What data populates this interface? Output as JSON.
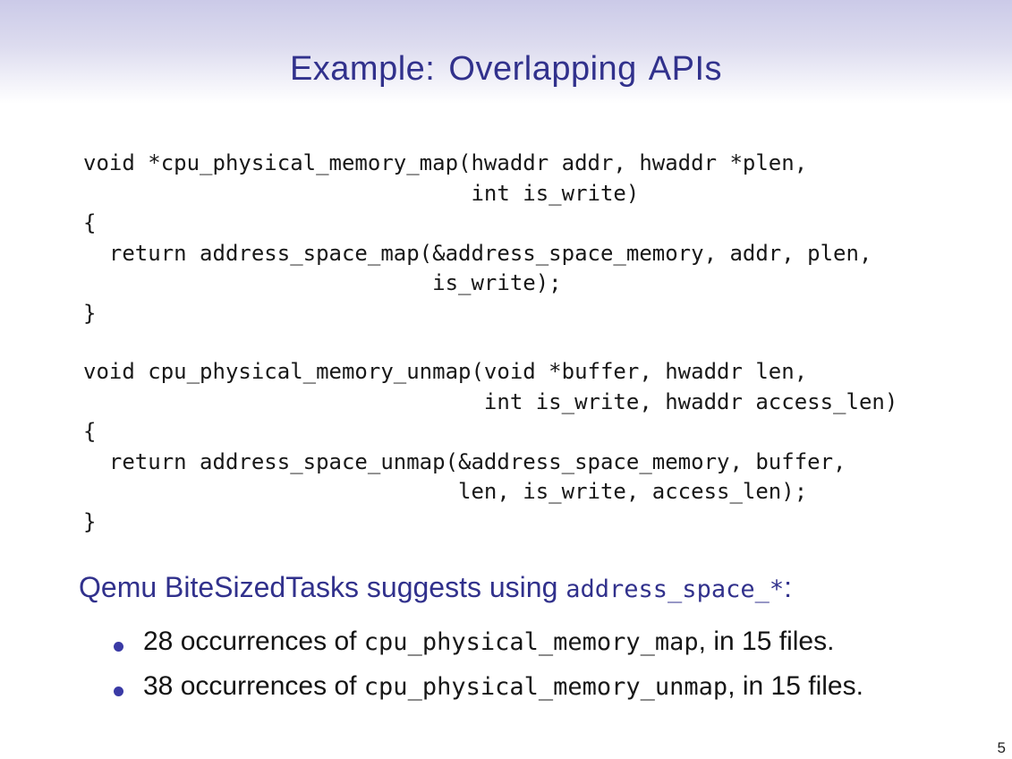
{
  "slide": {
    "title": "Example: Overlapping APIs",
    "page_number": "5"
  },
  "code_blocks": [
    {
      "text": "void *cpu_physical_memory_map(hwaddr addr, hwaddr *plen,\n                              int is_write)\n{\n  return address_space_map(&address_space_memory, addr, plen,\n                           is_write);\n}"
    },
    {
      "text": "void cpu_physical_memory_unmap(void *buffer, hwaddr len,\n                               int is_write, hwaddr access_len)\n{\n  return address_space_unmap(&address_space_memory, buffer,\n                             len, is_write, access_len);\n}"
    }
  ],
  "suggestion": {
    "text_before": "Qemu BiteSizedTasks suggests using ",
    "code": "address_space_*",
    "text_after": ":"
  },
  "bullets": [
    {
      "text_before": "28 occurrences of ",
      "code": "cpu_physical_memory_map",
      "text_after": ", in 15 files."
    },
    {
      "text_before": "38 occurrences of ",
      "code": "cpu_physical_memory_unmap",
      "text_after": ", in 15 files."
    }
  ],
  "colors": {
    "structure_blue": "#31318c",
    "bullet_blue": "#3a3aa5",
    "gradient_top": "#cbcae8",
    "code_text": "#181818"
  }
}
